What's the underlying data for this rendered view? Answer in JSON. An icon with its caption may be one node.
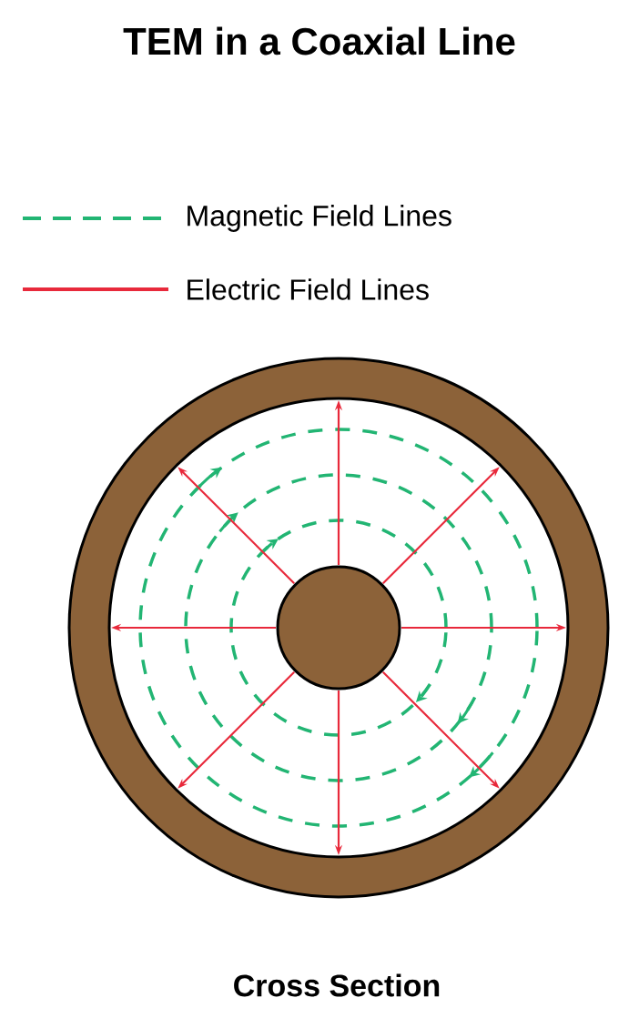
{
  "diagram": {
    "title": "TEM in a Coaxial Line",
    "caption": "Cross Section",
    "legend": [
      {
        "text": "Magnetic Field Lines"
      },
      {
        "text": "Electric Field Lines"
      }
    ]
  }
}
